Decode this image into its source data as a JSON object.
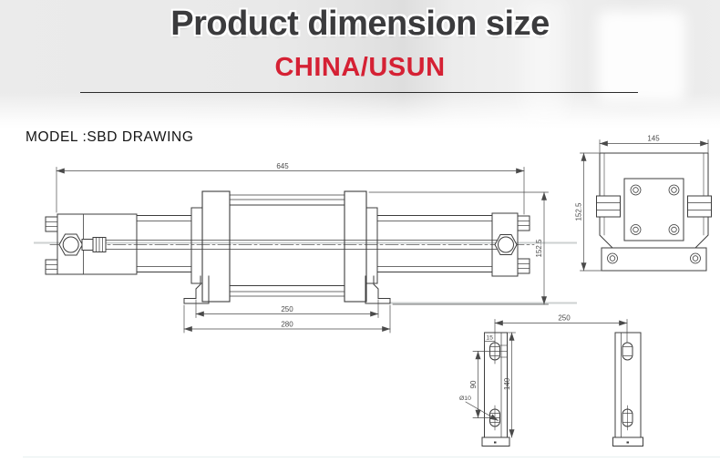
{
  "header": {
    "title": "Product dimension size",
    "subtitle": "CHINA/USUN"
  },
  "model_label": "MODEL :SBD DRAWING",
  "colors": {
    "accent_red": "#d52134",
    "title_gray": "#3b3b3d",
    "drawing_line": "#3d3d3d",
    "watermark_line": "#b9bebe"
  },
  "views": {
    "side_view": {
      "overall_length": "645",
      "foot_span_inner": "250",
      "foot_span_outer": "280",
      "height": "152.5"
    },
    "end_view": {
      "width": "145",
      "height": "152.5"
    },
    "bracket_view": {
      "hole_span": "250",
      "edge_offset": "15",
      "hole_pitch": "90",
      "bracket_height": "140",
      "hole_diameter": "Ø10"
    }
  }
}
